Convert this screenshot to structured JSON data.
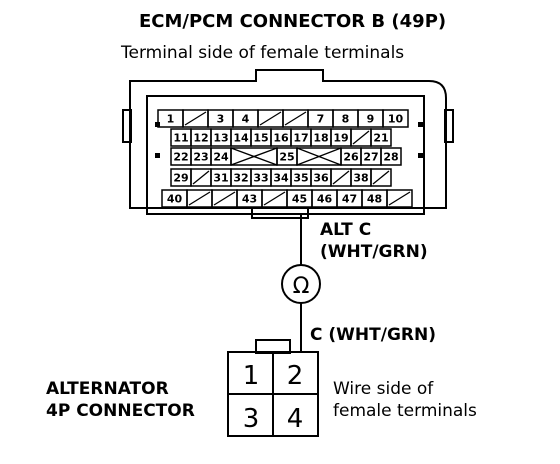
{
  "header": {
    "title": "ECM/PCM CONNECTOR B (49P)",
    "subtitle": "Terminal side of female terminals"
  },
  "ecm_connector": {
    "row1": [
      "1",
      "",
      "3",
      "4",
      "",
      "",
      "7",
      "8",
      "9",
      "10"
    ],
    "row2": [
      "11",
      "12",
      "13",
      "14",
      "15",
      "16",
      "17",
      "18",
      "19",
      "",
      "21"
    ],
    "row3a": [
      "22",
      "23",
      "24"
    ],
    "row3b": [
      "25"
    ],
    "row3c": [
      "26",
      "27",
      "28"
    ],
    "row4": [
      "29",
      "",
      "31",
      "32",
      "33",
      "34",
      "35",
      "36",
      "",
      "38",
      ""
    ],
    "row5": [
      "40",
      "",
      "",
      "43",
      "",
      "45",
      "46",
      "47",
      "48",
      ""
    ]
  },
  "wire_top": {
    "name": "ALT C",
    "color": "(WHT/GRN)"
  },
  "meter": {
    "symbol": "Ω"
  },
  "wire_bottom": {
    "label": "C (WHT/GRN)"
  },
  "alternator": {
    "title_line1": "ALTERNATOR",
    "title_line2": "4P CONNECTOR",
    "pins": [
      "1",
      "2",
      "3",
      "4"
    ]
  },
  "note": {
    "line1": "Wire side of",
    "line2": "female terminals"
  }
}
